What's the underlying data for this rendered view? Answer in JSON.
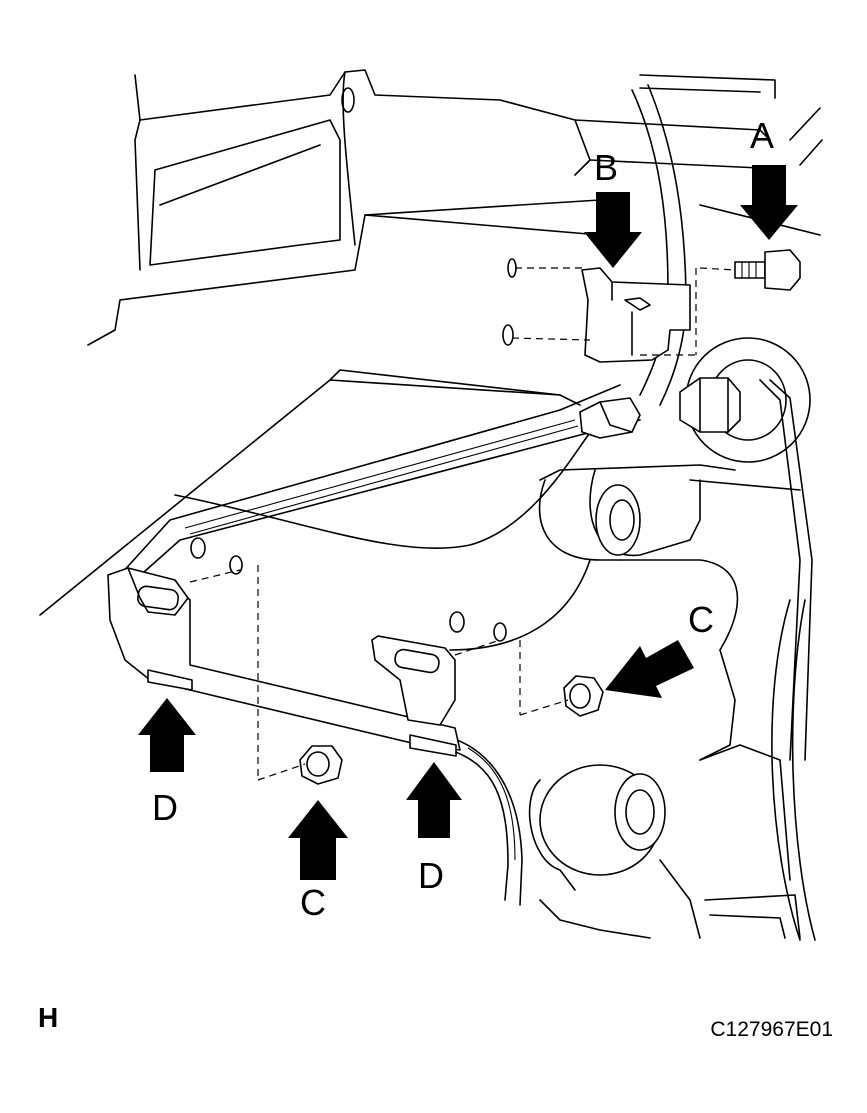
{
  "callouts": {
    "a": "A",
    "b": "B",
    "c_right": "C",
    "c_bottom": "C",
    "d_left": "D",
    "d_right": "D"
  },
  "view_label": "H",
  "figure_code": "C127967E01"
}
